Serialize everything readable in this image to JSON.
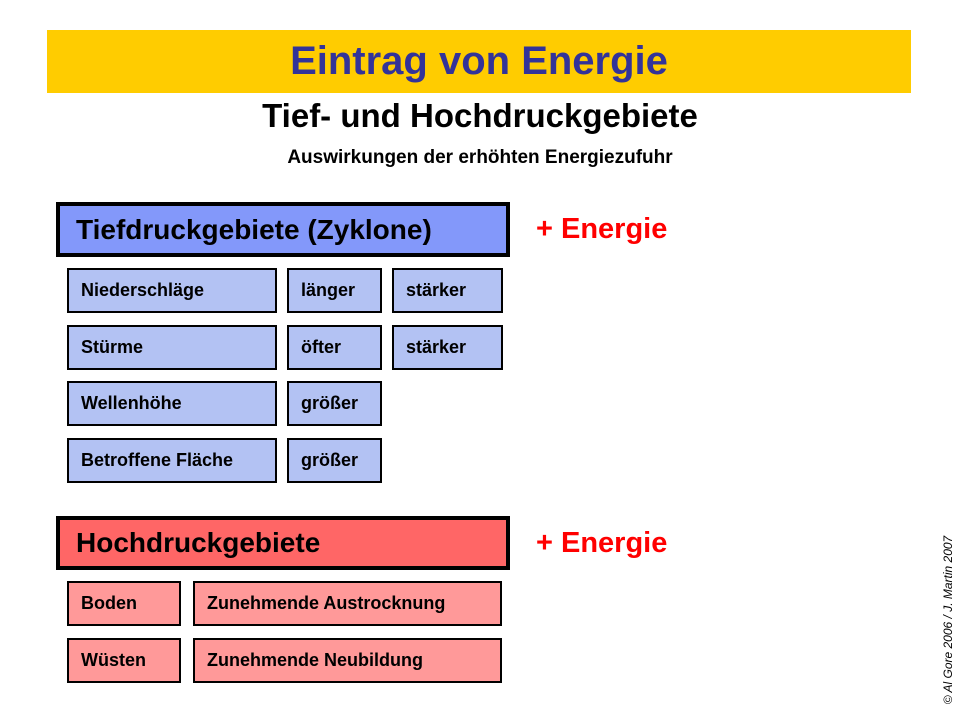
{
  "slide": {
    "banner_title": "Eintrag von Energie",
    "heading": "Tief- und Hochdruckgebiete",
    "subheading": "Auswirkungen der erhöhten Energiezufuhr",
    "credit": "© Al Gore 2006  /  J. Martin 2007"
  },
  "colors": {
    "banner_bg": "#FFCC00",
    "banner_text": "#333399",
    "low_header_bg": "#8398FA",
    "low_cell_bg": "#B3C2F3",
    "high_header_bg": "#FF6666",
    "high_cell_bg": "#FF9999",
    "energy_text": "#FF0000",
    "border": "#000000"
  },
  "low_pressure": {
    "header": "Tiefdruckgebiete (Zyklone)",
    "energy_label": "+ Energie",
    "rows": [
      {
        "topic": "Niederschläge",
        "effects": [
          "länger",
          "stärker"
        ]
      },
      {
        "topic": "Stürme",
        "effects": [
          "öfter",
          "stärker"
        ]
      },
      {
        "topic": "Wellenhöhe",
        "effects": [
          "größer"
        ]
      },
      {
        "topic": "Betroffene Fläche",
        "effects": [
          "größer"
        ]
      }
    ]
  },
  "high_pressure": {
    "header": "Hochdruckgebiete",
    "energy_label": "+ Energie",
    "rows": [
      {
        "topic": "Boden",
        "effects": [
          "Zunehmende Austrocknung"
        ]
      },
      {
        "topic": "Wüsten",
        "effects": [
          "Zunehmende Neubildung"
        ]
      }
    ]
  }
}
